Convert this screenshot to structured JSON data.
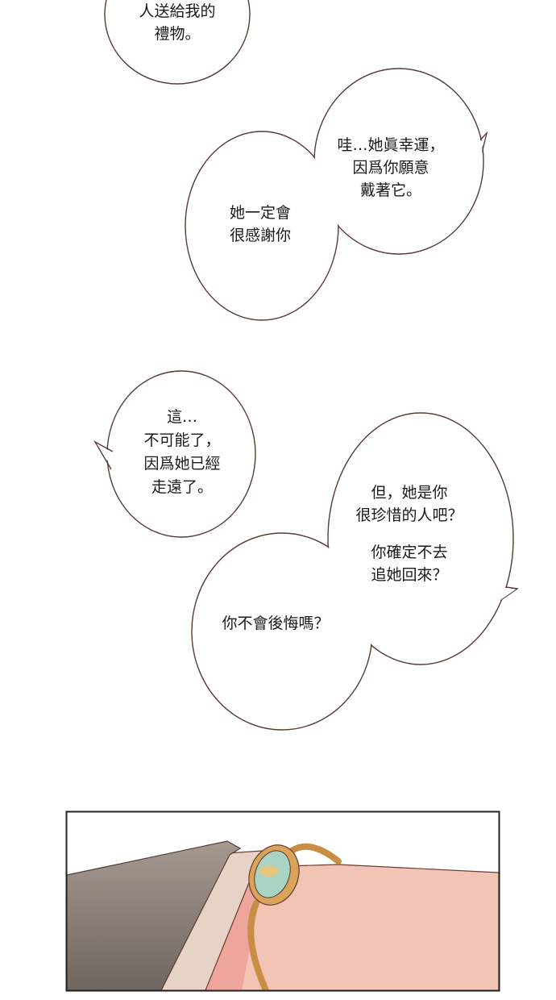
{
  "bubbles": {
    "gift": {
      "lines": [
        "人送給我的",
        "禮物。"
      ]
    },
    "lucky": {
      "lines": [
        "哇…她眞幸運，",
        "因爲你願意",
        "戴著它。"
      ]
    },
    "thankful": {
      "lines": [
        "她一定會",
        "很感謝你"
      ]
    },
    "gone": {
      "lines": [
        "這…",
        "不可能了，",
        "因爲她已經",
        "走遠了。"
      ]
    },
    "cherish": {
      "lines": [
        "但，她是你",
        "很珍惜的人吧？"
      ]
    },
    "chase": {
      "lines": [
        "你確定不去",
        "追她回來？"
      ]
    },
    "regret": {
      "lines": [
        "你不會後悔嗎？"
      ]
    }
  },
  "colors": {
    "bubble_outline": "#5a3a34",
    "panel_border": "#222222",
    "skin": "#f2c4b6",
    "sleeve": "#8a7d74",
    "bracelet": "#d9a35a",
    "gem": "#a9d3c3"
  }
}
